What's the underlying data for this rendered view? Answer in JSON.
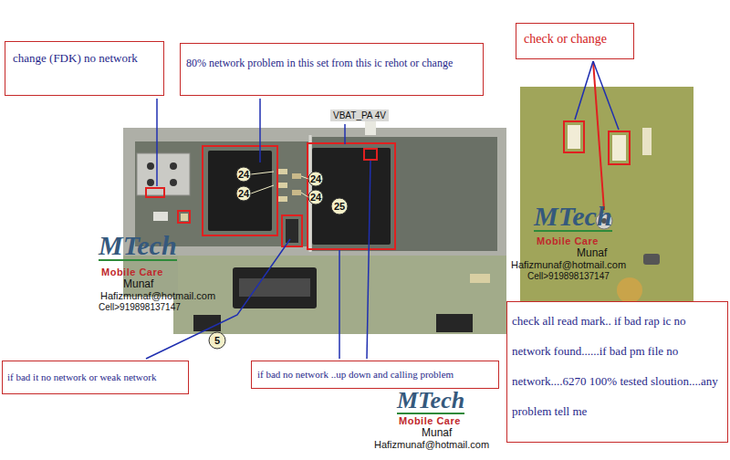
{
  "diagram": {
    "nodes": [
      {
        "text": [
          "change (FDK) no network"
        ]
      },
      {
        "text": [
          "80% network problem in this set from this ic rehot or change"
        ]
      },
      {
        "text": [
          "check or change"
        ]
      },
      {
        "text": [
          "if bad it no network or weak network"
        ]
      },
      {
        "text": [
          "if bad no network ..up down and calling problem"
        ]
      },
      {
        "text": [
          "check all read mark.. if bad rap ic no network found......if bad pm file no network....6270 100% tested sloution....any problem tell me"
        ]
      }
    ],
    "labels": [
      "VBAT_PA 4V",
      "24",
      "24",
      "24",
      "24",
      "25",
      "5",
      "MTech",
      "Mobile Care",
      "Munaf",
      "Hafizmunaf@hotmail.com",
      "Cell>919898137147",
      "MTech",
      "Mobile Care",
      "Munaf",
      "Hafizmunaf@hotmail.com",
      "Cell>919898137147",
      "MTech",
      "Mobile Care",
      "Munaf",
      "Hafizmunaf@hotmail.com"
    ]
  }
}
